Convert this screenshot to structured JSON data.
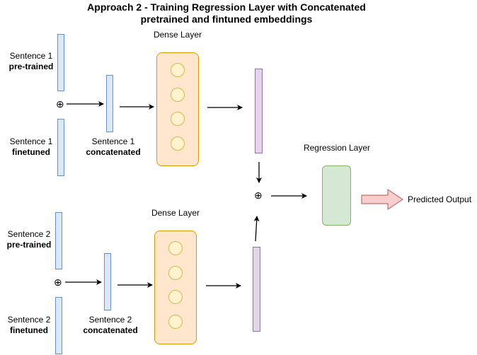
{
  "title": {
    "line1": "Approach 2 - Training Regression Layer with Concatenated",
    "line2": "pretrained and fintuned embeddings"
  },
  "sentence1": {
    "pretrained": {
      "line1": "Sentence 1",
      "line2": "pre-trained"
    },
    "finetuned": {
      "line1": "Sentence 1",
      "line2": "finetuned"
    },
    "concatenated": {
      "line1": "Sentence 1",
      "line2": "concatenated"
    },
    "dense_label": "Dense Layer"
  },
  "sentence2": {
    "pretrained": {
      "line1": "Sentence 2",
      "line2": "pre-trained"
    },
    "finetuned": {
      "line1": "Sentence 2",
      "line2": "finetuned"
    },
    "concatenated": {
      "line1": "Sentence 2",
      "line2": "concatenated"
    },
    "dense_label": "Dense Layer"
  },
  "concat_symbol": "⊕",
  "regression_label": "Regression Layer",
  "output_label": "Predicted Output",
  "colors": {
    "embedding_fill": "#dae8fc",
    "embedding_stroke": "#6c8ebf",
    "dense_fill": "#ffe6cc",
    "dense_stroke": "#d79b00",
    "neuron_fill": "#fff2cc",
    "neuron_stroke": "#d6b656",
    "output_vector_fill": "#e1d5e7",
    "regression_fill": "#d5e8d4",
    "arrow_fill": "#f8cecc",
    "arrow_stroke": "#b85450"
  }
}
